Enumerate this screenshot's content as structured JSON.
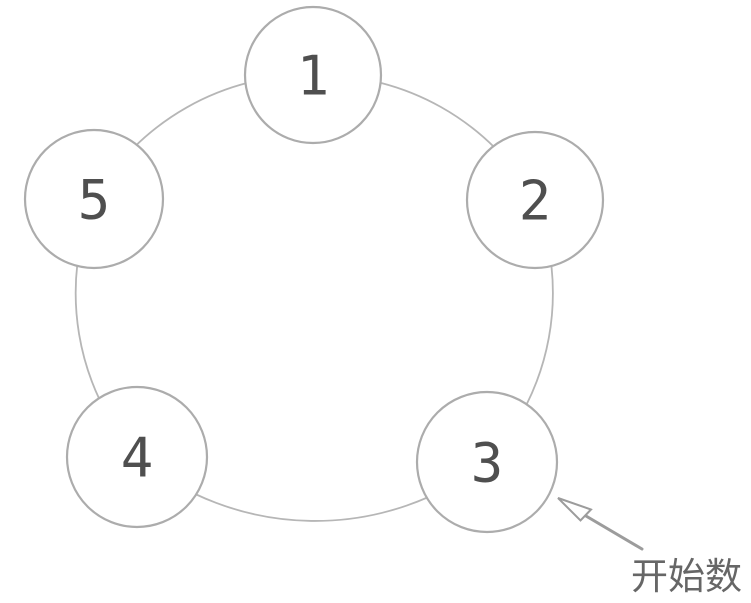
{
  "diagram": {
    "nodes": [
      {
        "label": "1"
      },
      {
        "label": "2"
      },
      {
        "label": "3"
      },
      {
        "label": "4"
      },
      {
        "label": "5"
      }
    ],
    "annotation": {
      "text": "开始数"
    }
  },
  "colors": {
    "background": "#ffffff",
    "ring_stroke": "#b6b6b6",
    "node_border": "#acacac",
    "node_fill": "#ffffff",
    "number_text": "#4f4f4f",
    "arrow": "#9c9c9c",
    "annotation_text": "#666666"
  }
}
